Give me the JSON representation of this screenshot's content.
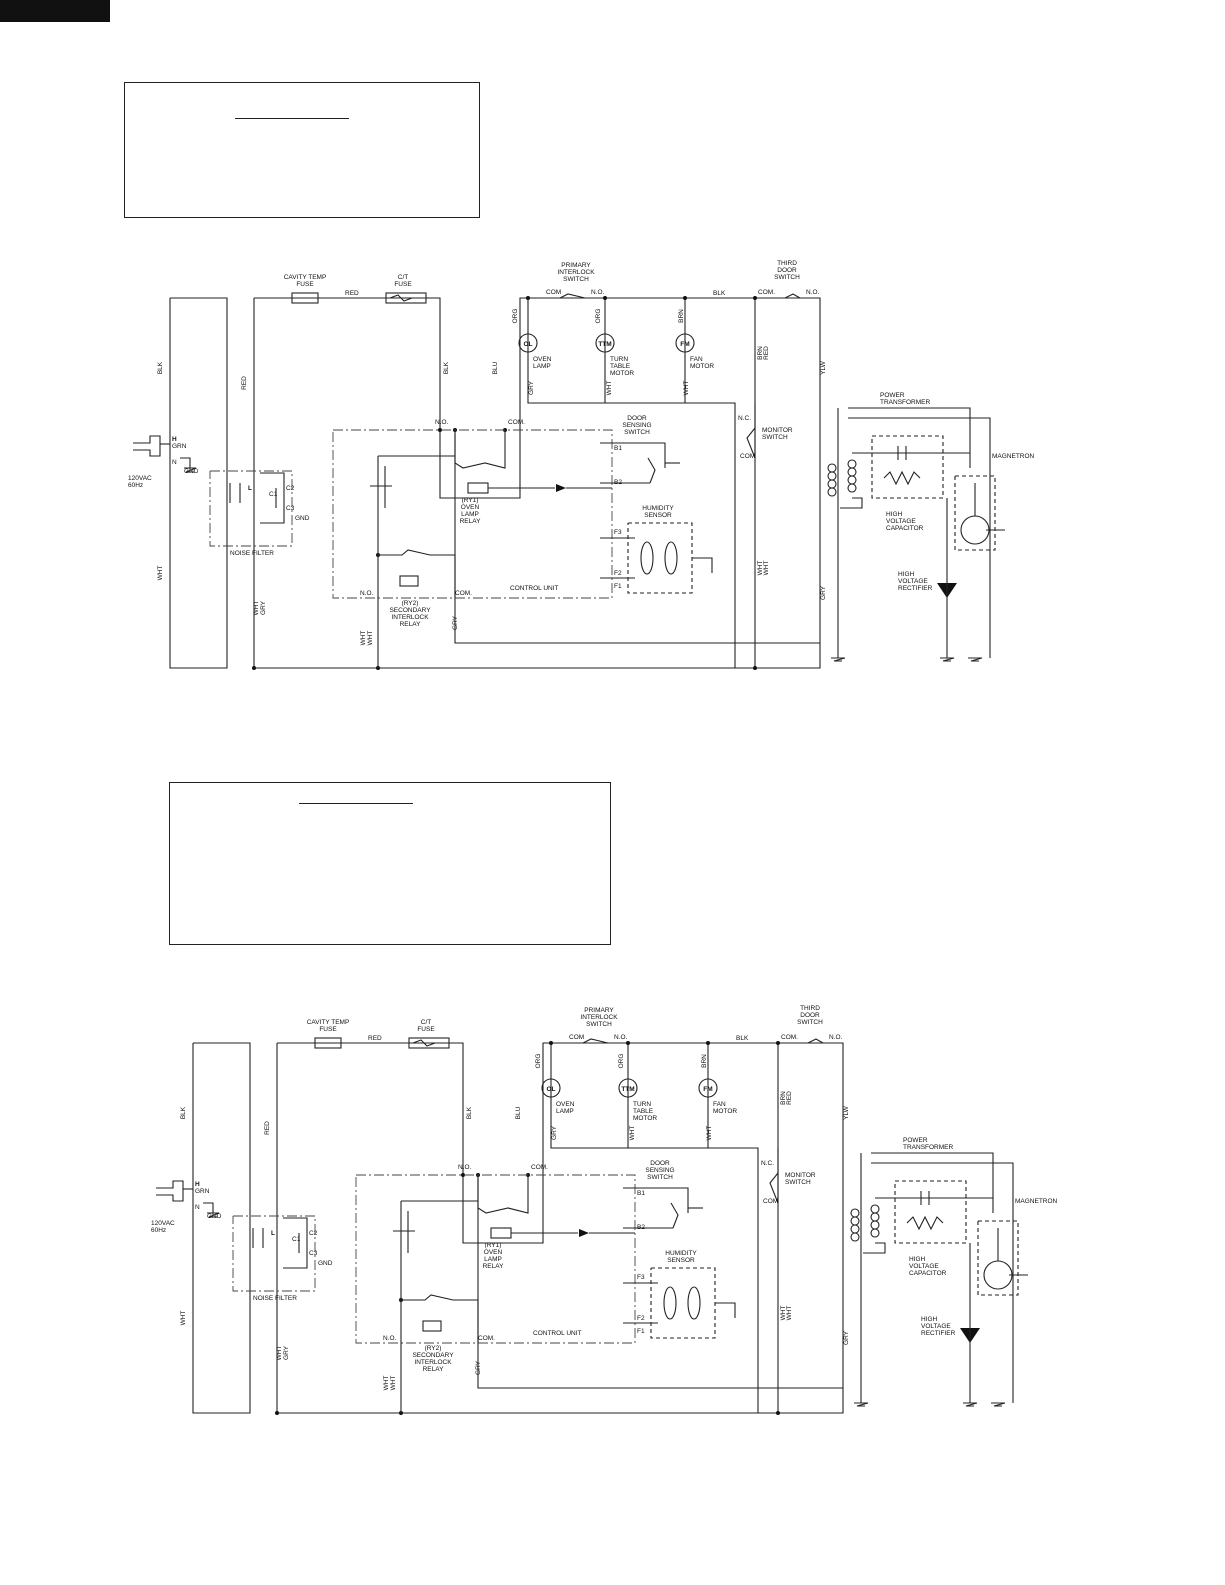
{
  "page": {
    "footer_text": "",
    "title_top": "",
    "title_bottom": ""
  },
  "labels": {
    "cavity_temp_fuse": [
      "CAVITY TEMP",
      "FUSE"
    ],
    "ct_fuse": [
      "C/T",
      "FUSE"
    ],
    "red": "RED",
    "blk": "BLK",
    "blu": "BLU",
    "org": "ORG",
    "brn": "BRN",
    "brn_red": [
      "BRN",
      "RED"
    ],
    "gry": "GRY",
    "wht": "WHT",
    "wht_gry": [
      "WHT",
      "GRY"
    ],
    "wht_wht": [
      "WHT",
      "WHT"
    ],
    "ylw": "YLW",
    "primary_interlock_switch": [
      "PRIMARY",
      "INTERLOCK",
      "SWITCH"
    ],
    "third_door_switch": [
      "THIRD",
      "DOOR",
      "SWITCH"
    ],
    "com": "COM",
    "com_dot": "COM.",
    "no": "N.O.",
    "nc": "N.C.",
    "ol": "OL",
    "ttm": "TTM",
    "fm": "FM",
    "oven_lamp": [
      "OVEN",
      "LAMP"
    ],
    "turn_table_motor": [
      "TURN",
      "TABLE",
      "MOTOR"
    ],
    "fan_motor": [
      "FAN",
      "MOTOR"
    ],
    "monitor_switch": [
      "MONITOR",
      "SWITCH"
    ],
    "power_transformer": [
      "POWER",
      "TRANSFORMER"
    ],
    "magnetron": "MAGNETRON",
    "high_voltage_capacitor": [
      "HIGH",
      "VOLTAGE",
      "CAPACITOR"
    ],
    "high_voltage_rectifier": [
      "HIGH",
      "VOLTAGE",
      "RECTIFIER"
    ],
    "door_sensing_switch": [
      "DOOR",
      "SENSING",
      "SWITCH"
    ],
    "humidity_sensor": [
      "HUMIDITY",
      "SENSOR"
    ],
    "oven_lamp_relay": [
      "(RY1)",
      "OVEN",
      "LAMP",
      "RELAY"
    ],
    "secondary_interlock_relay": [
      "(RY2)",
      "SECONDARY",
      "INTERLOCK",
      "RELAY"
    ],
    "control_unit": "CONTROL UNIT",
    "noise_filter": "NOISE FILTER",
    "plug_h": "H",
    "plug_n": "N",
    "grn": "GRN",
    "gnd": "GND",
    "supply": [
      "120VAC",
      "60Hz"
    ],
    "l": "L",
    "c1": "C1",
    "c2": "C2",
    "c3": "C3",
    "b1": "B1",
    "b2": "B2",
    "f3": "F3",
    "f2": "F2",
    "f1": "F1"
  }
}
